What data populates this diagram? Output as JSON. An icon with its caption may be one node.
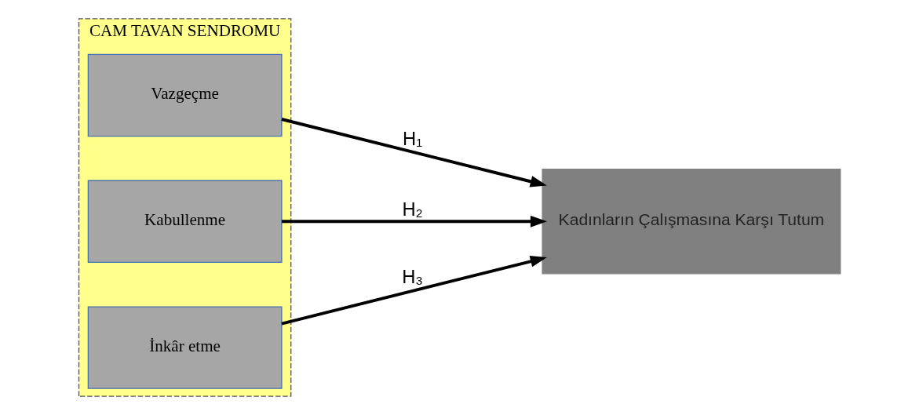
{
  "diagram": {
    "nodes": [
      {
        "text": [
          "CAM TAVAN SENDROMU"
        ]
      },
      {
        "text": [
          "Vazgeçme"
        ],
        "in": 0
      },
      {
        "text": [
          "Kabullenme"
        ],
        "in": 0
      },
      {
        "text": [
          "İnkâr etme"
        ],
        "in": 0
      },
      {
        "text": [
          "Kadınların Çalışmasına Karşı Tutum"
        ]
      }
    ],
    "edges": [
      {
        "from": 1,
        "to": 4,
        "arrow": "to",
        "label": "H₁"
      },
      {
        "from": 2,
        "to": 4,
        "arrow": "to",
        "label": "H₂"
      },
      {
        "from": 3,
        "to": 4,
        "arrow": "to",
        "label": "H₃"
      }
    ]
  }
}
